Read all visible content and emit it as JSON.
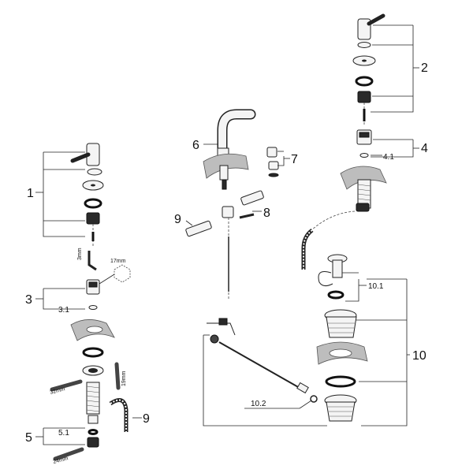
{
  "callouts": {
    "c1": "1",
    "c2": "2",
    "c3": "3",
    "c3_1": "3.1",
    "c4": "4",
    "c4_1": "4.1",
    "c5": "5",
    "c5_1": "5.1",
    "c6": "6",
    "c7": "7",
    "c8": "8",
    "c9_left": "9",
    "c9_bottom": "9",
    "c10": "10",
    "c10_1": "10.1",
    "c10_2": "10.2"
  },
  "dimensions": {
    "hex_3mm": "3mm",
    "wrench_17mm": "17mm",
    "wrench_32mm": "32mm",
    "wrench_19mm": "19mm",
    "wrench_24mm": "24mm"
  }
}
